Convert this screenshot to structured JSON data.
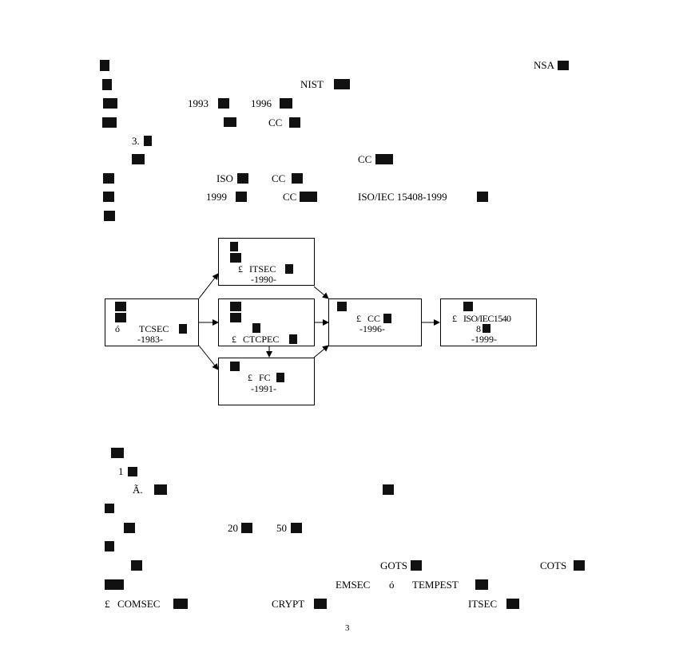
{
  "paragraph1": {
    "line1": [
      "NSA"
    ],
    "line2": [
      "NIST"
    ],
    "line3": [
      "1993",
      "1996"
    ],
    "line4": [
      "CC"
    ],
    "line5": [
      "3."
    ],
    "line6": [
      "CC"
    ],
    "line7": [
      "ISO",
      "CC"
    ],
    "line8": [
      "1999",
      "CC",
      "ISO/IEC 15408-1999"
    ]
  },
  "diagram": {
    "tcsec": {
      "abbr": "TCSEC",
      "year": "-1983-"
    },
    "itsec": {
      "abbr": "ITSEC",
      "year": "-1990-"
    },
    "ctcpec": {
      "abbr": "CTCPEC"
    },
    "fc": {
      "abbr": "FC",
      "year": "-1991-"
    },
    "cc": {
      "abbr": "CC",
      "year": "-1996-"
    },
    "iso": {
      "abbr1": "ISO/IEC1540",
      "abbr2": "8",
      "year": "-1999-"
    }
  },
  "paragraph2": {
    "line2": "1",
    "line3": "Ã.",
    "line5": [
      "20",
      "50"
    ],
    "line7": [
      "GOTS",
      "COTS"
    ],
    "line8": [
      "EMSEC",
      "TEMPEST"
    ],
    "line9": [
      "COMSEC",
      "CRYPT",
      "ITSEC"
    ]
  },
  "page_number": "3"
}
